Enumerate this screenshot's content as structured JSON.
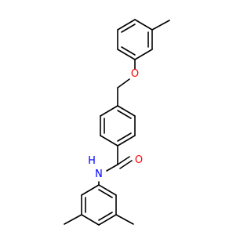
{
  "molecule": {
    "atom_labels": {
      "oxygen_ether": "O",
      "oxygen_carbonyl": "O",
      "nitrogen_amide": "N",
      "hydrogen_amide": "H"
    },
    "colors": {
      "bond": "#000000",
      "oxygen": "#ff0000",
      "nitrogen": "#0000ff"
    }
  }
}
